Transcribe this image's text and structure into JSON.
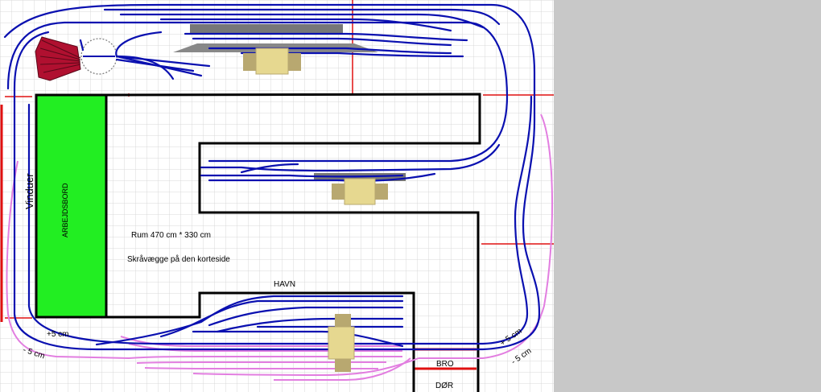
{
  "colors": {
    "background": "#ffffff",
    "grid": "#d9d9d9",
    "track_main": "#0a10b0",
    "track_lower": "#e27ee0",
    "walls": "#000000",
    "guides": "#e01010",
    "workbench": "#22ee22",
    "platform": "#777777",
    "building": "#e6d890",
    "building_side": "#b8a870",
    "turntable_shed": "#b01030",
    "panel": "#c8c8c8"
  },
  "labels": {
    "windows": "Vinduer",
    "workbench": "ARBEJDSBORD",
    "room_size": "Rum  470 cm  *  330  cm",
    "sloped_walls": "Skråvægge på den korteside",
    "harbor": "HAVN",
    "bridge": "BRO",
    "door": "DØR",
    "plus5_left": "+5  cm",
    "minus5_left": "- 5 cm",
    "plus5_right": "+ 5  cm",
    "minus5_right": "- 5  cm"
  },
  "icons": {
    "turntable": "turntable-icon",
    "engine_shed": "engine-shed-icon"
  }
}
